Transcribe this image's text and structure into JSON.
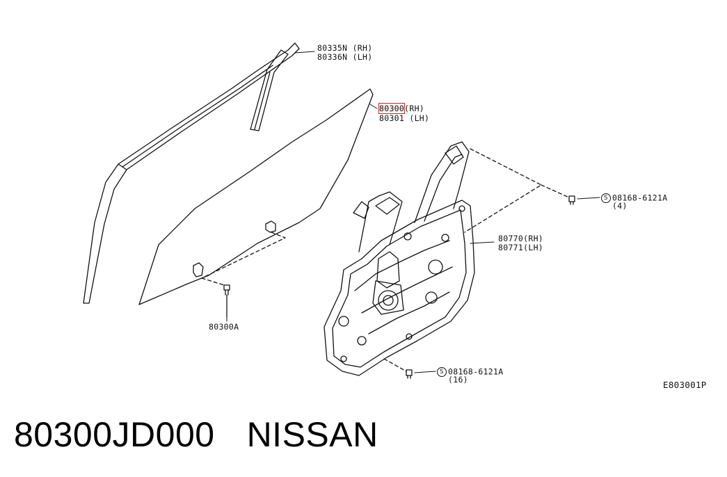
{
  "labels": {
    "moulding_rh": "80335N (RH)",
    "moulding_lh": "80336N (LH)",
    "glass_rh_part": "80300",
    "glass_rh_suffix": "(RH)",
    "glass_lh": "80301 (LH)",
    "bolt_top_symbol": "S",
    "bolt_top_part": "08168-6121A",
    "bolt_top_qty": "(4)",
    "regulator_rh": "80770(RH)",
    "regulator_lh": "80771(LH)",
    "bolt_bottom_symbol": "S",
    "bolt_bottom_part": "08168-6121A",
    "bolt_bottom_qty": "(16)",
    "glass_bolt": "80300A",
    "diagram_code": "E803001P"
  },
  "footer": {
    "part_number": "80300JD000",
    "brand": "NISSAN"
  },
  "colors": {
    "line": "#111111",
    "highlight": "#e0202a"
  }
}
